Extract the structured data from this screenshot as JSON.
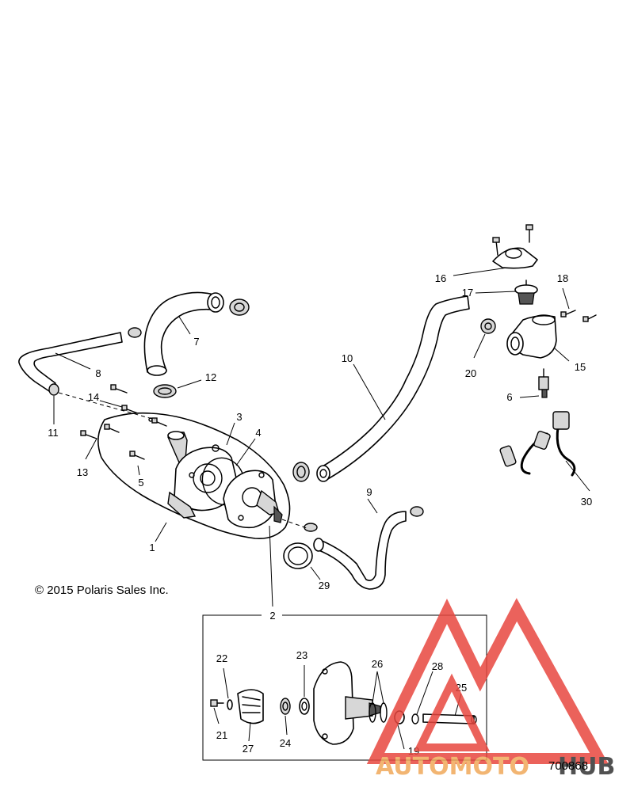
{
  "copyright": "© 2015 Polaris Sales Inc.",
  "drawing_number": "700868",
  "watermark": {
    "part1": "AUTOMOTO",
    "part2": "HUB",
    "color_primary": "#e8473f",
    "color_secondary": "#f0a95a",
    "color_dark": "#333333"
  },
  "callouts": {
    "c1": "1",
    "c2": "2",
    "c3": "3",
    "c4": "4",
    "c5": "5",
    "c6": "6",
    "c7": "7",
    "c8": "8",
    "c9": "9",
    "c10": "10",
    "c11": "11",
    "c12": "12",
    "c13": "13",
    "c14": "14",
    "c15": "15",
    "c16": "16",
    "c17": "17",
    "c18": "18",
    "c19": "19",
    "c20": "20",
    "c21": "21",
    "c22": "22",
    "c23": "23",
    "c24": "24",
    "c25": "25",
    "c26": "26",
    "c27": "27",
    "c28": "28",
    "c29": "29",
    "c30": "30"
  }
}
